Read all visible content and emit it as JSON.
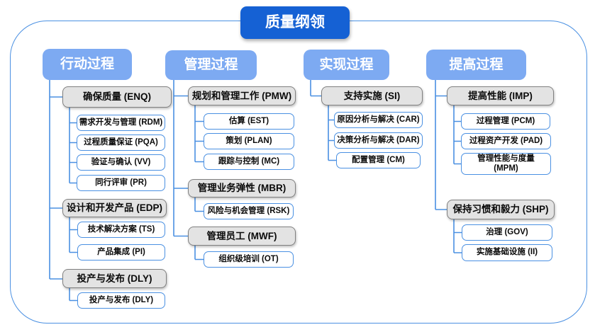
{
  "title": "质量纲领",
  "colors": {
    "title_bg": "#1561d4",
    "header_bg": "#7daaf2",
    "level2_bg": "#e3e3e3",
    "level2_border": "#808080",
    "level3_border": "#4a90e2",
    "connector_line": "#4a90e2",
    "frame_border": "#4a90e2"
  },
  "columns": [
    {
      "header": "行动过程",
      "groups": [
        {
          "label": "确保质量 (ENQ)",
          "children": [
            "需求开发与管理 (RDM)",
            "过程质量保证 (PQA)",
            "验证与确认 (VV)",
            "同行评审 (PR)"
          ]
        },
        {
          "label": "设计和开发产品 (EDP)",
          "children": [
            "技术解决方案 (TS)",
            "产品集成 (PI)"
          ]
        },
        {
          "label": "投产与发布 (DLY)",
          "children": [
            "投产与发布 (DLY)"
          ]
        }
      ]
    },
    {
      "header": "管理过程",
      "groups": [
        {
          "label": "规划和管理工作 (PMW)",
          "children": [
            "估算 (EST)",
            "策划 (PLAN)",
            "跟踪与控制 (MC)"
          ]
        },
        {
          "label": "管理业务弹性 (MBR)",
          "children": [
            "风险与机会管理 (RSK)"
          ]
        },
        {
          "label": "管理员工 (MWF)",
          "children": [
            "组织级培训 (OT)"
          ]
        }
      ]
    },
    {
      "header": "实现过程",
      "groups": [
        {
          "label": "支持实施 (SI)",
          "children": [
            "原因分析与解决 (CAR)",
            "决策分析与解决 (DAR)",
            "配置管理 (CM)"
          ]
        }
      ]
    },
    {
      "header": "提高过程",
      "groups": [
        {
          "label": "提高性能 (IMP)",
          "children": [
            "过程管理 (PCM)",
            "过程资产开发 (PAD)",
            "管理性能与度量\n(MPM)"
          ]
        },
        {
          "label": "保持习惯和毅力 (SHP)",
          "children": [
            "治理 (GOV)",
            "实施基础设施 (II)"
          ]
        }
      ]
    }
  ]
}
